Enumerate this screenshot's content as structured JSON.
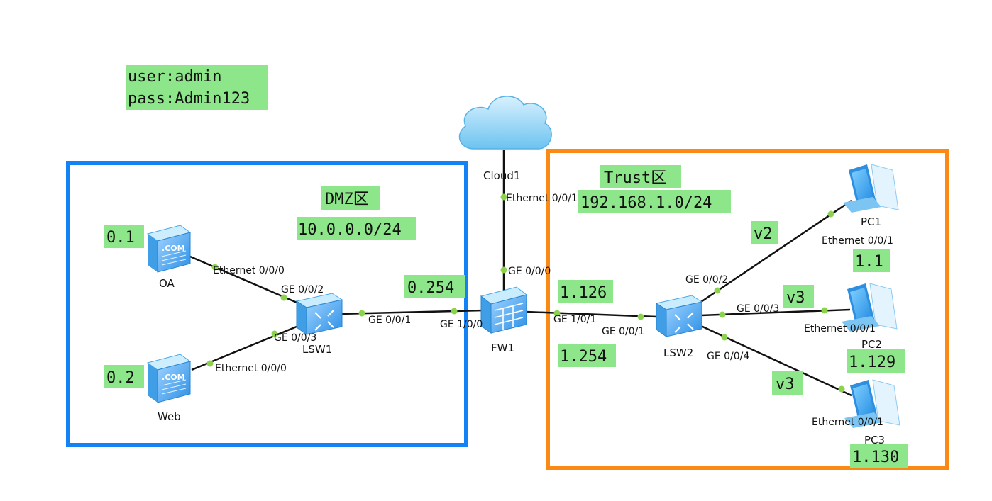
{
  "credentials": {
    "user_line": "user:admin",
    "pass_line": "pass:Admin123"
  },
  "zones": {
    "dmz": {
      "name": "DMZ区",
      "subnet": "10.0.0.0/24"
    },
    "trust": {
      "name": "Trust区",
      "subnet": "192.168.1.0/24"
    }
  },
  "devices": {
    "cloud1": "Cloud1",
    "fw1": "FW1",
    "lsw1": "LSW1",
    "lsw2": "LSW2",
    "oa": "OA",
    "web": "Web",
    "pc1": "PC1",
    "pc2": "PC2",
    "pc3": "PC3"
  },
  "ports": {
    "cloud_eth": "Ethernet 0/0/1",
    "fw_ge000": "GE 0/0/0",
    "fw_ge100": "GE 1/0/0",
    "fw_ge101": "GE 1/0/1",
    "lsw1_ge001": "GE 0/0/1",
    "lsw1_ge002": "GE 0/0/2",
    "lsw1_ge003": "GE 0/0/3",
    "oa_eth": "Ethernet 0/0/0",
    "web_eth": "Ethernet 0/0/0",
    "lsw2_ge001": "GE 0/0/1",
    "lsw2_ge002": "GE 0/0/2",
    "lsw2_ge003": "GE 0/0/3",
    "lsw2_ge004": "GE 0/0/4",
    "pc1_eth": "Ethernet 0/0/1",
    "pc2_eth": "Ethernet 0/0/1",
    "pc3_eth": "Ethernet 0/0/1"
  },
  "ip_notes": {
    "oa": "0.1",
    "web": "0.2",
    "fw_dmz": "0.254",
    "fw_trust_top": "1.126",
    "fw_trust_bottom": "1.254",
    "pc1": "1.1",
    "pc2": "1.129",
    "pc3": "1.130"
  },
  "vlans": {
    "pc1": "v2",
    "pc2": "v3",
    "pc3": "v3"
  },
  "colors": {
    "dmz_border": "#1282f5",
    "trust_border": "#fb8a14",
    "note_bg": "#8ee68a",
    "link": "#111111",
    "port_dot": "#8bd34c"
  }
}
